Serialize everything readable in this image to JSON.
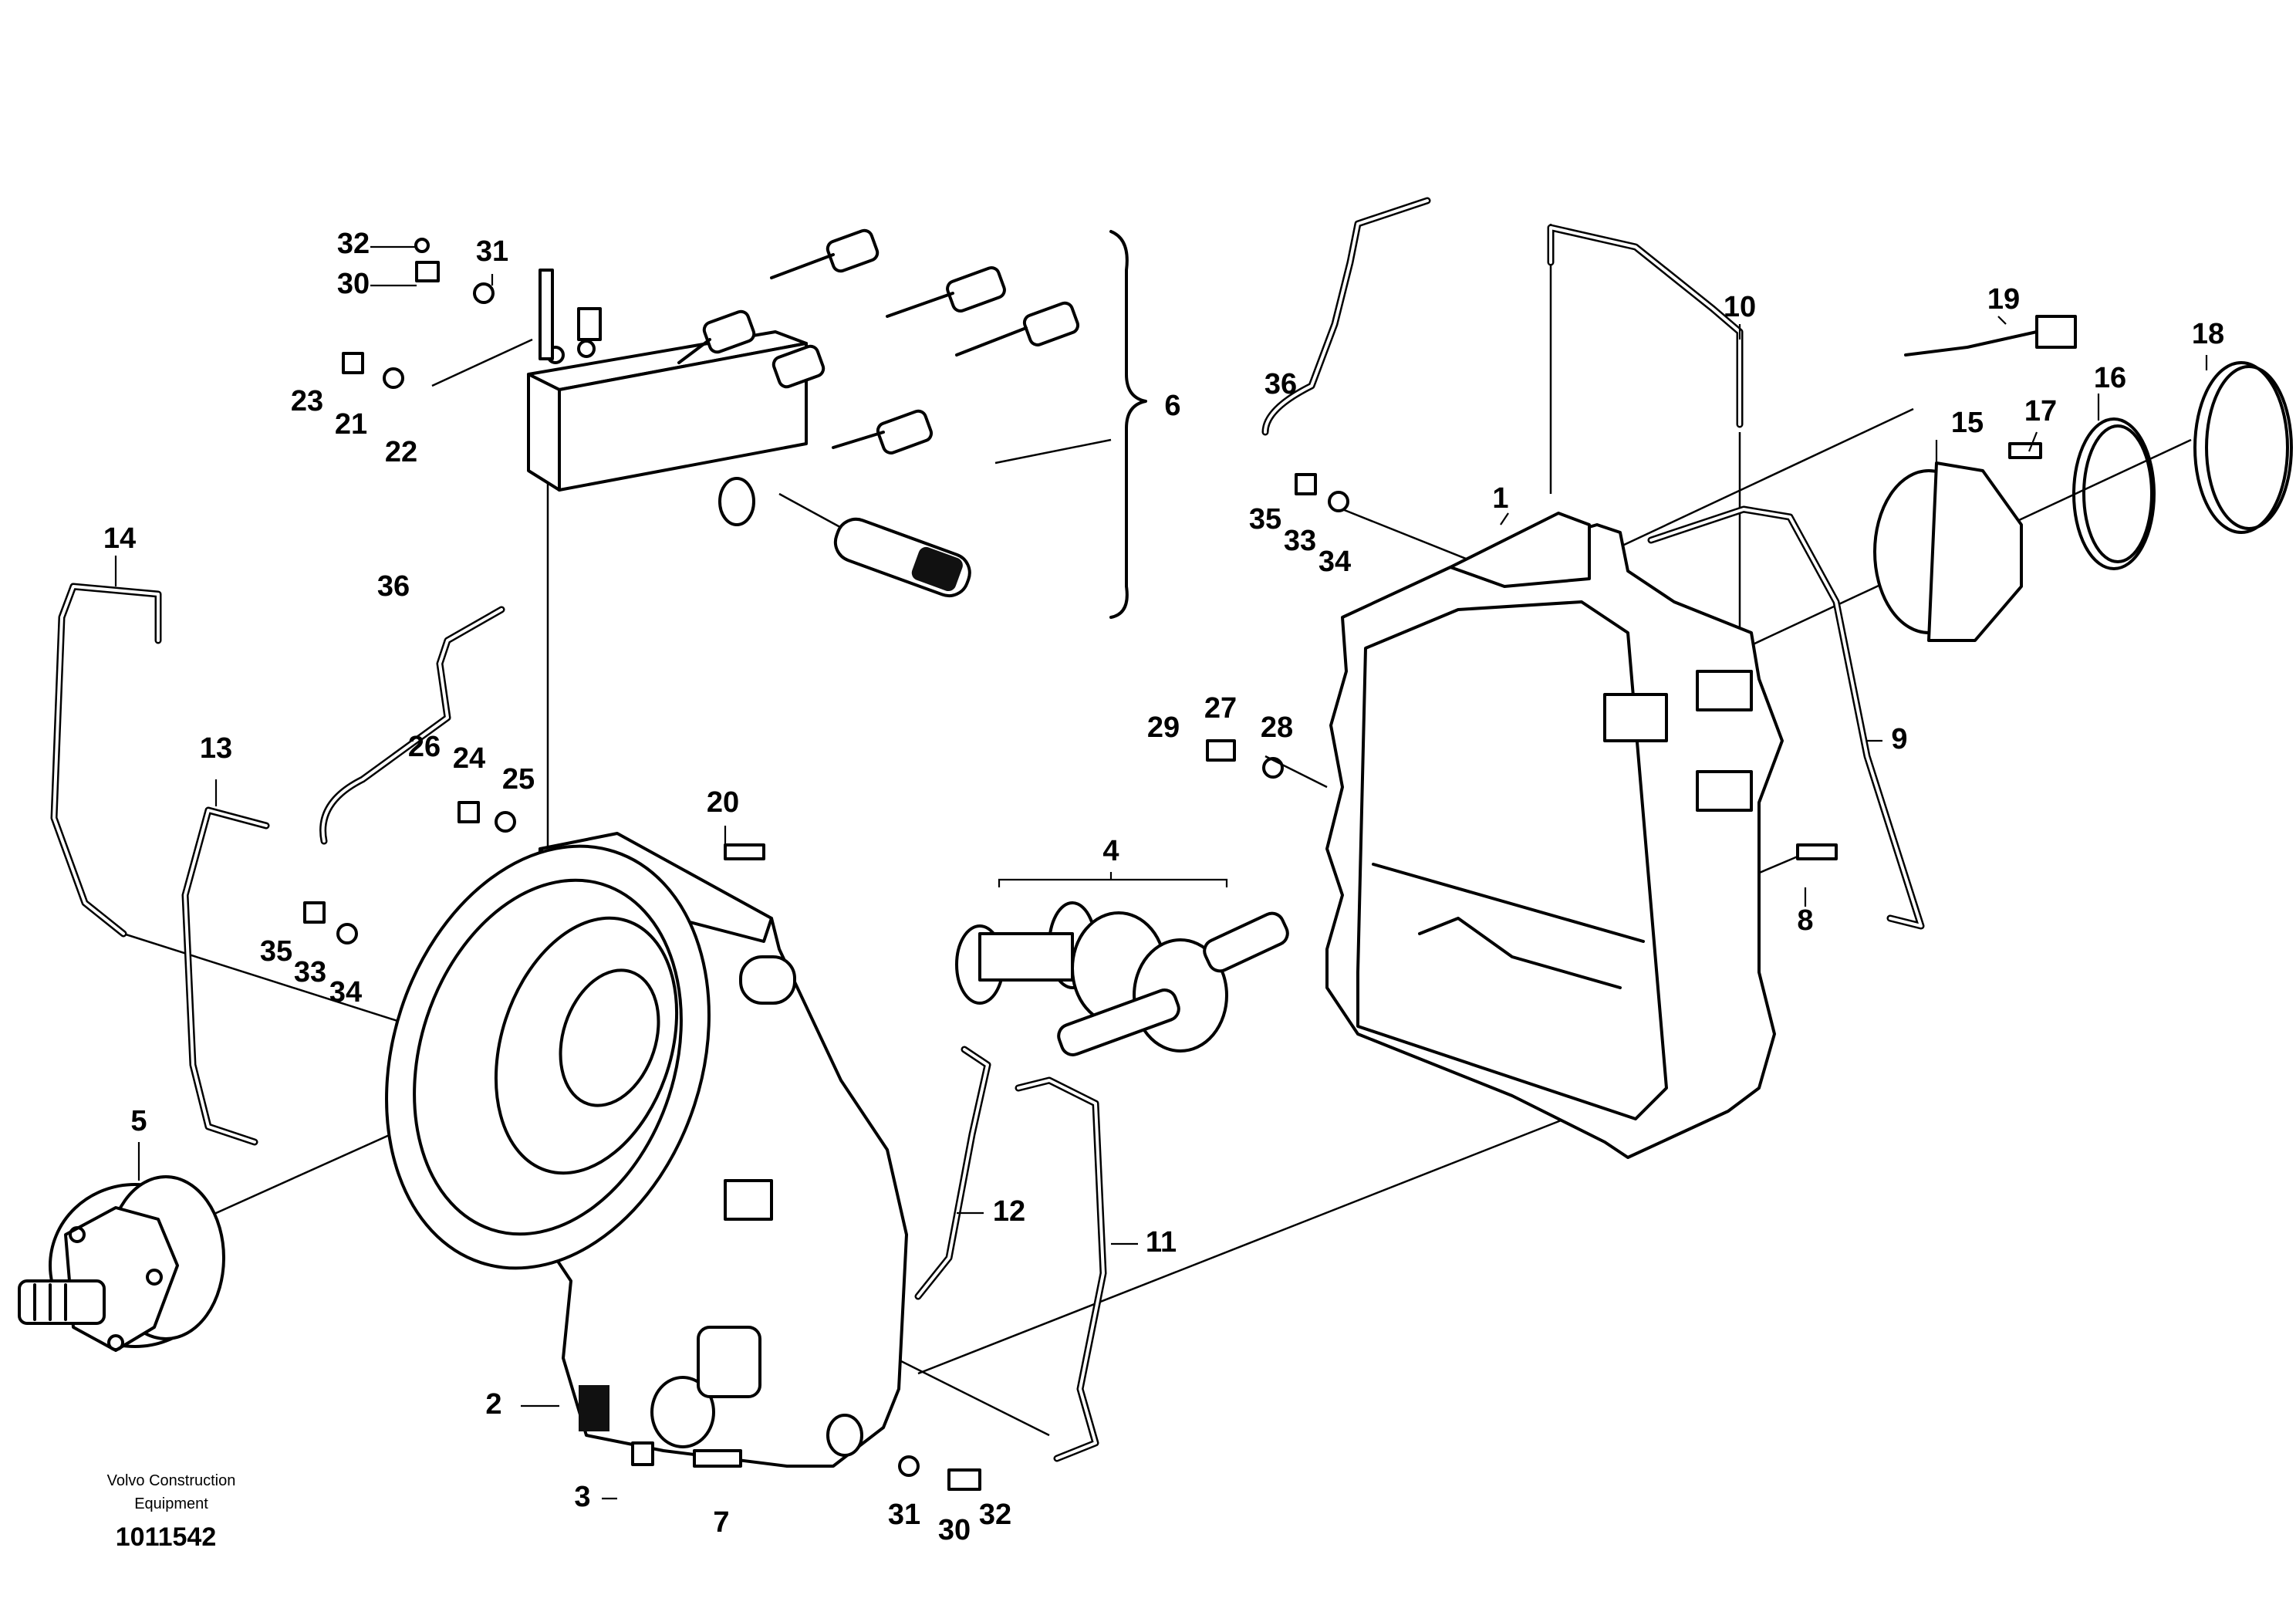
{
  "figure": {
    "publisher_line1": "Volvo Construction",
    "publisher_line2": "Equipment",
    "figure_number": "1011542"
  },
  "callouts": {
    "c1": "1",
    "c2": "2",
    "c3": "3",
    "c4": "4",
    "c5": "5",
    "c6": "6",
    "c7": "7",
    "c8": "8",
    "c9": "9",
    "c10": "10",
    "c11": "11",
    "c12": "12",
    "c13": "13",
    "c14": "14",
    "c15": "15",
    "c16": "16",
    "c17": "17",
    "c18": "18",
    "c19": "19",
    "c20": "20",
    "c21": "21",
    "c22": "22",
    "c23": "23",
    "c24": "24",
    "c25": "25",
    "c26": "26",
    "c27": "27",
    "c28": "28",
    "c29": "29",
    "c30a": "30",
    "c31a": "31",
    "c32a": "32",
    "c30b": "30",
    "c31b": "31",
    "c32b": "32",
    "c33a": "33",
    "c34a": "34",
    "c35a": "35",
    "c36a": "36",
    "c33b": "33",
    "c34b": "34",
    "c35b": "35",
    "c36b": "36"
  }
}
